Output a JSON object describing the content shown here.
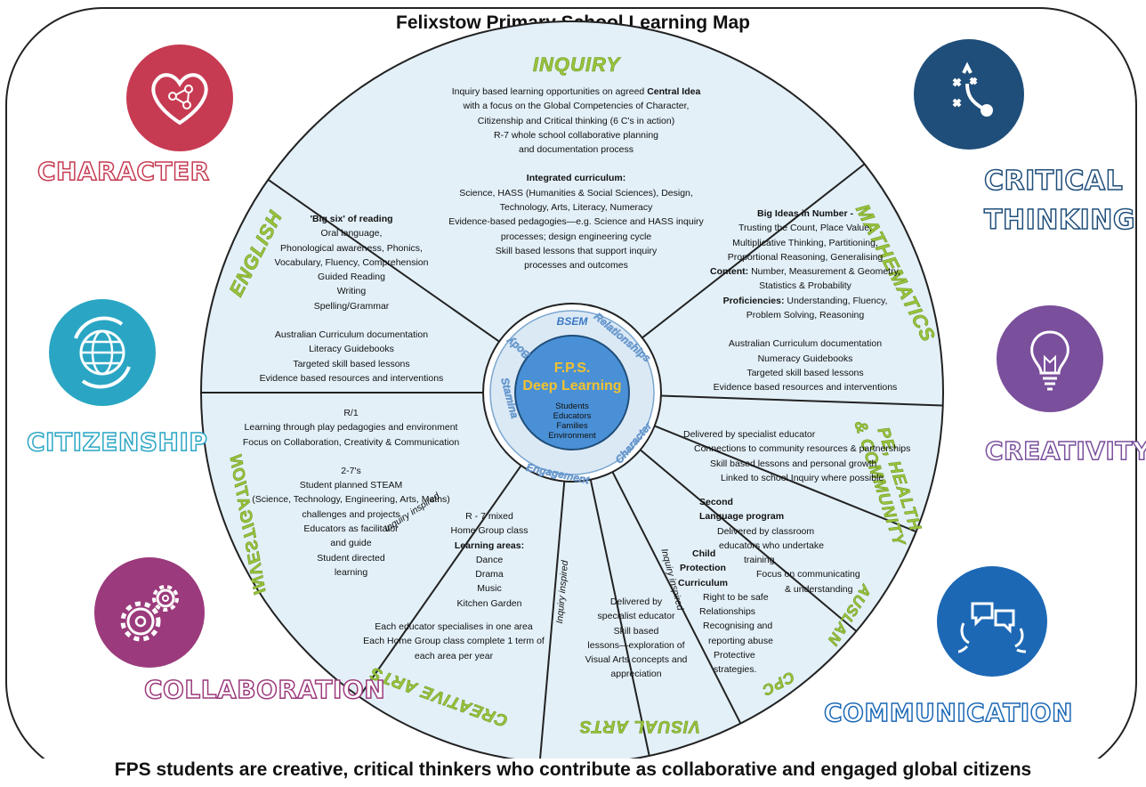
{
  "title": "Felixstow Primary School Learning Map",
  "footer": "FPS students are creative, critical thinkers who contribute as collaborative and engaged global citizens",
  "colors": {
    "segment_fill": "#e3f0f8",
    "segment_title": "#9ac43d",
    "core_blue": "#4a90d6",
    "core_yellow": "#f2c230",
    "character": "#c63b52",
    "critical_thinking": "#1f4e7a",
    "citizenship": "#2aa6c4",
    "creativity": "#7a4f9c",
    "collaboration": "#9b3a7c",
    "communication": "#1c68b5"
  },
  "competencies": {
    "character": {
      "label": "CHARACTER",
      "icon": "heart-network-icon"
    },
    "critical_thinking": {
      "label1": "CRITICAL",
      "label2": "THINKING",
      "icon": "path-decision-icon"
    },
    "citizenship": {
      "label": "CITIZENSHIP",
      "icon": "globe-arrows-icon"
    },
    "creativity": {
      "label": "CREATIVITY",
      "icon": "lightbulb-icon"
    },
    "collaboration": {
      "label": "COLLABORATION",
      "icon": "gears-icon"
    },
    "communication": {
      "label": "COMMUNICATION",
      "icon": "speech-bubbles-icon"
    }
  },
  "core": {
    "title1": "F.P.S.",
    "title2": "Deep Learning",
    "stakeholders": [
      "Students",
      "Educators",
      "Families",
      "Environment"
    ],
    "ring_words": [
      "BSEM",
      "Relationships",
      "Character",
      "Engagement",
      "Stamina",
      "Body"
    ]
  },
  "segments": {
    "inquiry": {
      "title": "INQUIRY",
      "l1": "Inquiry based learning opportunities on agreed",
      "l1b": "Central Idea",
      "l2": "with a focus on the Global Competencies of Character,",
      "l3": "Citizenship and Critical thinking (6 C's in action)",
      "l4": "R-7 whole school collaborative planning",
      "l5": "and documentation process",
      "h2": "Integrated curriculum:",
      "l6": "Science, HASS (Humanities & Social Sciences), Design,",
      "l7": "Technology, Arts, Literacy, Numeracy",
      "l8": "Evidence-based pedagogies—e.g. Science and HASS inquiry",
      "l9": "processes; design engineering cycle",
      "l10": "Skill based lessons that support inquiry",
      "l11": "processes and outcomes"
    },
    "english": {
      "title": "ENGLISH",
      "h1": "'Big six' of reading",
      "l1": "Oral language,",
      "l2": "Phonological awareness, Phonics,",
      "l3": "Vocabulary, Fluency, Comprehension",
      "l4": "Guided Reading",
      "l5": "Writing",
      "l6": "Spelling/Grammar",
      "l7": "Australian Curriculum documentation",
      "l8": "Literacy Guidebooks",
      "l9": "Targeted skill based lessons",
      "l10": "Evidence based resources and interventions"
    },
    "mathematics": {
      "title": "MATHEMATICS",
      "h1": "Big Ideas in Number -",
      "l1": "Trusting the Count, Place Value,",
      "l2": "Multiplicative Thinking, Partitioning,",
      "l3": "Proportional Reasoning, Generalising",
      "h2": "Content:",
      "l4": "Number, Measurement & Geometry,",
      "l5": "Statistics & Probability",
      "h3": "Proficiencies:",
      "l6": "Understanding, Fluency,",
      "l7": "Problem Solving, Reasoning",
      "l8": "Australian Curriculum documentation",
      "l9": "Numeracy Guidebooks",
      "l10": "Targeted skill based lessons",
      "l11": "Evidence based resources and interventions"
    },
    "investigation": {
      "title": "INVESTIGATION",
      "l1": "R/1",
      "l2": "Learning through play pedagogies and environment",
      "l3": "Focus on Collaboration, Creativity & Communication",
      "l4": "2-7's",
      "l5": "Student planned STEAM",
      "l6": "(Science, Technology, Engineering, Arts, Maths)",
      "l7": "challenges and projects",
      "l8": "Educators as facilitator",
      "l9": "and guide",
      "l10": "Student directed",
      "l11": "learning",
      "rot": "Inquiry inspired"
    },
    "pe": {
      "title1": "PE, HEALTH",
      "title2": "& COMMUNITY",
      "l1": "Delivered by specialist educator",
      "l2": "Connections to community resources & partnerships",
      "l3": "Skill based lessons and personal growth",
      "l4": "Linked to school Inquiry where possible"
    },
    "creative_arts": {
      "title": "CREATIVE ARTS",
      "l1": "R - 7 mixed",
      "l2": "Home Group class",
      "h1": "Learning areas:",
      "l3": "Dance",
      "l4": "Drama",
      "l5": "Music",
      "l6": "Kitchen Garden",
      "l7": "Each educator specialises in one area",
      "l8": "Each Home Group class complete 1 term of",
      "l9": "each area per year",
      "rot": "Inquiry inspired"
    },
    "visual_arts": {
      "title": "VISUAL ARTS",
      "l1": "Delivered by",
      "l2": "specialist educator",
      "l3": "Skill based",
      "l4": "lessons—exploration of",
      "l5": "Visual Arts  concepts and",
      "l6": "appreciation",
      "rot": "Inquiry inspired"
    },
    "cpc": {
      "title": "CPC",
      "h1": "Child",
      "h2": "Protection",
      "h3": "Curriculum",
      "l1": "Right to be safe",
      "l2": "Relationships",
      "l3": "Recognising and",
      "l4": "reporting abuse",
      "l5": "Protective strategies."
    },
    "auslan": {
      "title": "AUSLAN",
      "h1": "Second",
      "h2": "Language program",
      "l1": "Delivered by classroom",
      "l2": "educators who undertake",
      "l3": "training",
      "l4": "Focus on communicating",
      "l5": "& understanding"
    }
  }
}
